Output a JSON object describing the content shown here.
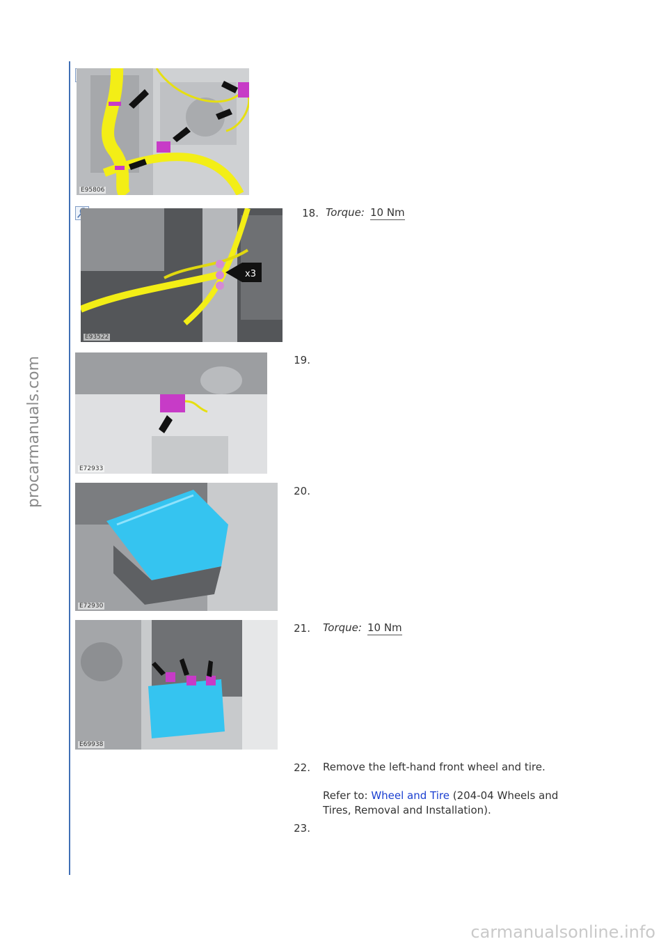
{
  "watermark": "procarmanuals.com",
  "footer_watermark": "carmanualsonline.info",
  "figures": {
    "fig1": "E95806",
    "fig2": "E93522",
    "fig3": "E72933",
    "fig4": "E72930",
    "fig5": "E69938"
  },
  "fig2_callout": "x3",
  "steps": {
    "s18": {
      "num": "18.",
      "torque_label": "Torque:",
      "torque_value": "10 Nm"
    },
    "s19": {
      "num": "19."
    },
    "s20": {
      "num": "20."
    },
    "s21": {
      "num": "21.",
      "torque_label": "Torque:",
      "torque_value": "10 Nm"
    },
    "s22": {
      "num": "22.",
      "text": "Remove the left-hand front wheel and tire.",
      "refer_prefix": "Refer to: ",
      "refer_link": "Wheel and Tire",
      "refer_suffix": " (204-04 Wheels and",
      "refer_line2": "Tires, Removal and Installation)."
    },
    "s23": {
      "num": "23."
    }
  },
  "colors": {
    "rule": "#3f6fb5",
    "harness": "#f3ee16",
    "connector": "#c73bc7",
    "cover": "#35c4f0",
    "link": "#1a3fd0"
  },
  "icons": [
    "zoom-in-icon",
    "arrow-icon"
  ]
}
